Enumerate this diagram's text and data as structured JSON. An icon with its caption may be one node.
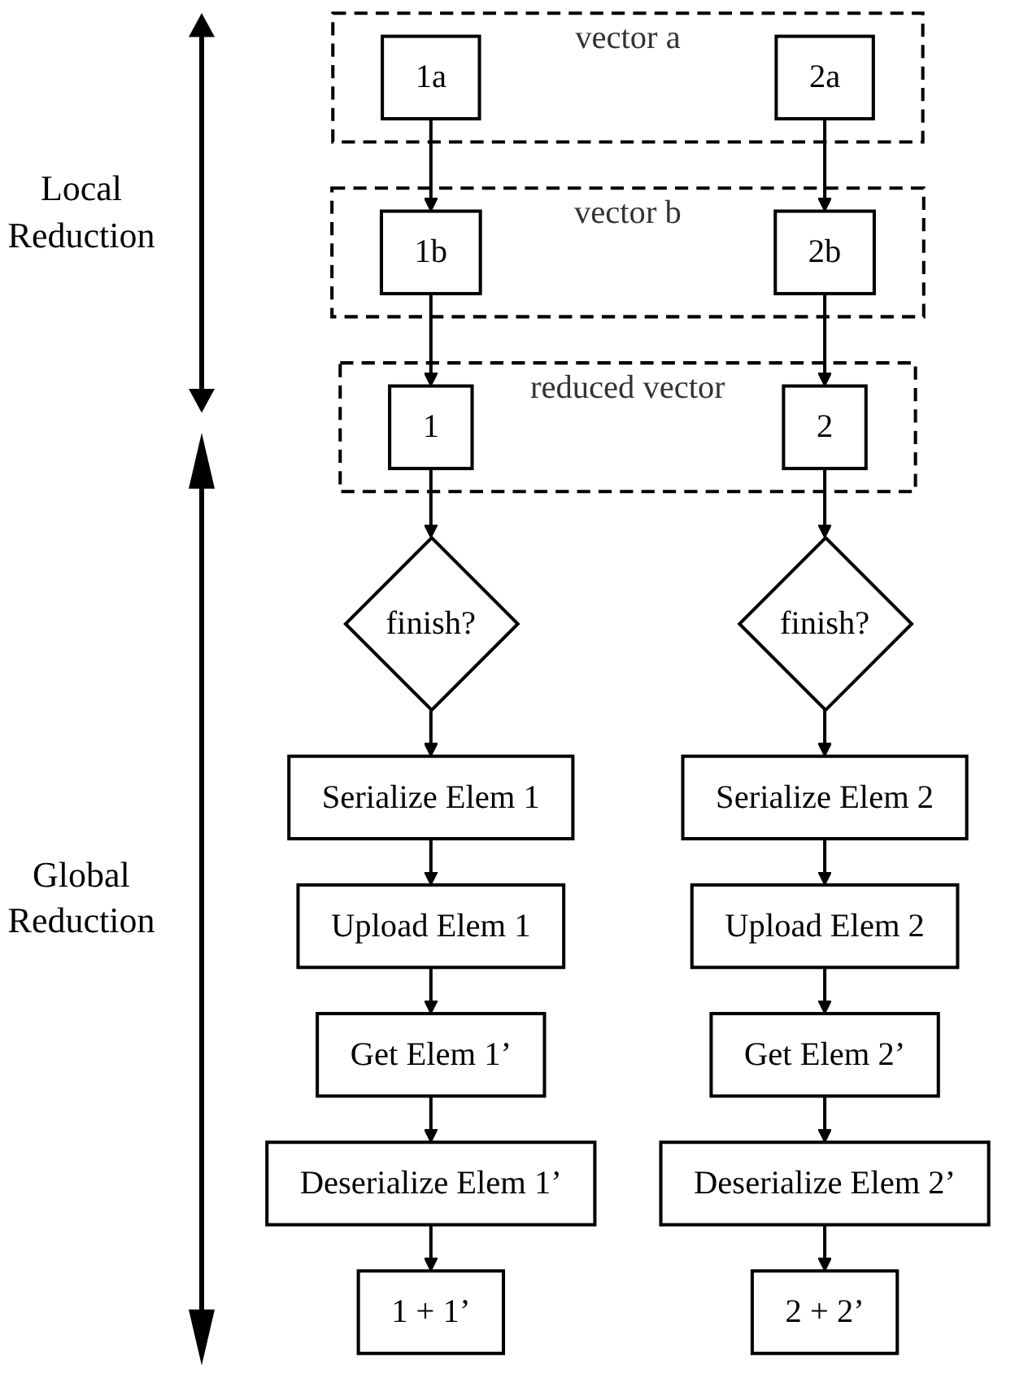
{
  "diagram": {
    "nodes": [
      {
        "text": [
          "vector a"
        ]
      },
      {
        "text": [
          "1a"
        ],
        "in": 0
      },
      {
        "text": [
          "2a"
        ],
        "in": 0
      },
      {
        "text": [
          "vector b"
        ]
      },
      {
        "text": [
          "1b"
        ],
        "in": 3
      },
      {
        "text": [
          "2b"
        ],
        "in": 3
      },
      {
        "text": [
          "reduced vector"
        ]
      },
      {
        "text": [
          "1"
        ],
        "in": 6
      },
      {
        "text": [
          "2"
        ],
        "in": 6
      },
      {
        "text": [
          "finish?"
        ]
      },
      {
        "text": [
          "finish?"
        ]
      },
      {
        "text": [
          "Serialize Elem 1"
        ]
      },
      {
        "text": [
          "Serialize Elem 2"
        ]
      },
      {
        "text": [
          "Upload Elem 1"
        ]
      },
      {
        "text": [
          "Upload Elem 2"
        ]
      },
      {
        "text": [
          "Get Elem 1’"
        ]
      },
      {
        "text": [
          "Get Elem 2’"
        ]
      },
      {
        "text": [
          "Deserialize Elem 1’"
        ]
      },
      {
        "text": [
          "Deserialize Elem 2’"
        ]
      },
      {
        "text": [
          "1 + 1’"
        ]
      },
      {
        "text": [
          "2 + 2’"
        ]
      }
    ],
    "edges": [
      {
        "from": 1,
        "to": 4,
        "arrow": "to"
      },
      {
        "from": 2,
        "to": 5,
        "arrow": "to"
      },
      {
        "from": 4,
        "to": 7,
        "arrow": "to"
      },
      {
        "from": 5,
        "to": 8,
        "arrow": "to"
      },
      {
        "from": 7,
        "to": 9,
        "arrow": "to"
      },
      {
        "from": 8,
        "to": 10,
        "arrow": "to"
      },
      {
        "from": 9,
        "to": 11,
        "arrow": "to"
      },
      {
        "from": 10,
        "to": 12,
        "arrow": "to"
      },
      {
        "from": 11,
        "to": 13,
        "arrow": "to"
      },
      {
        "from": 12,
        "to": 14,
        "arrow": "to"
      },
      {
        "from": 13,
        "to": 15,
        "arrow": "to"
      },
      {
        "from": 14,
        "to": 16,
        "arrow": "to"
      },
      {
        "from": 15,
        "to": 17,
        "arrow": "to"
      },
      {
        "from": 16,
        "to": 18,
        "arrow": "to"
      },
      {
        "from": 17,
        "to": 19,
        "arrow": "to"
      },
      {
        "from": 18,
        "to": 20,
        "arrow": "to"
      }
    ],
    "labels": [
      "Local Reduction",
      "Global Reduction"
    ]
  }
}
